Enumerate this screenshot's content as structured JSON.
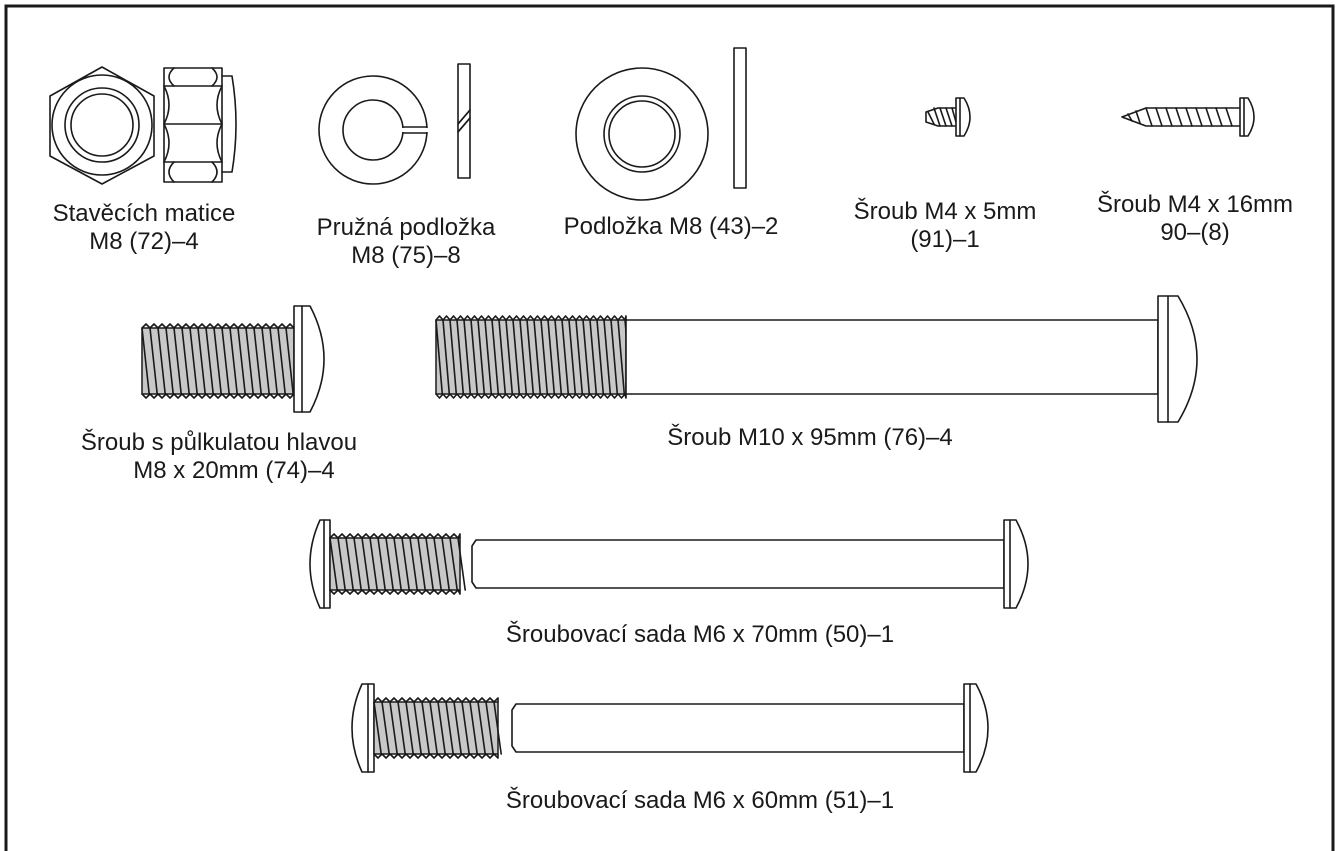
{
  "parts": [
    {
      "id": "nut",
      "lines": [
        "Stavěcích matice",
        "M8 (72)–4"
      ]
    },
    {
      "id": "spring-washer",
      "lines": [
        "Pružná podložka",
        "M8 (75)–8"
      ]
    },
    {
      "id": "washer",
      "lines": [
        "Podložka M8 (43)–2"
      ]
    },
    {
      "id": "screw-m4x5",
      "lines": [
        "Šroub M4 x 5mm",
        "(91)–1"
      ]
    },
    {
      "id": "screw-m4x16",
      "lines": [
        "Šroub M4 x 16mm",
        "90–(8)"
      ]
    },
    {
      "id": "button-bolt-m8x20",
      "lines": [
        "Šroub s půlkulatou hlavou",
        "M8 x 20mm (74)–4"
      ]
    },
    {
      "id": "bolt-m10x95",
      "lines": [
        "Šroub M10 x 95mm (76)–4"
      ]
    },
    {
      "id": "screw-set-m6x70",
      "lines": [
        "Šroubovací sada M6 x 70mm (50)–1"
      ]
    },
    {
      "id": "screw-set-m6x60",
      "lines": [
        "Šroubovací sada M6 x 60mm (51)–1"
      ]
    }
  ],
  "colors": {
    "line": "#1a1a1a",
    "thread_fill": "#c8c8c8",
    "background": "#ffffff"
  }
}
